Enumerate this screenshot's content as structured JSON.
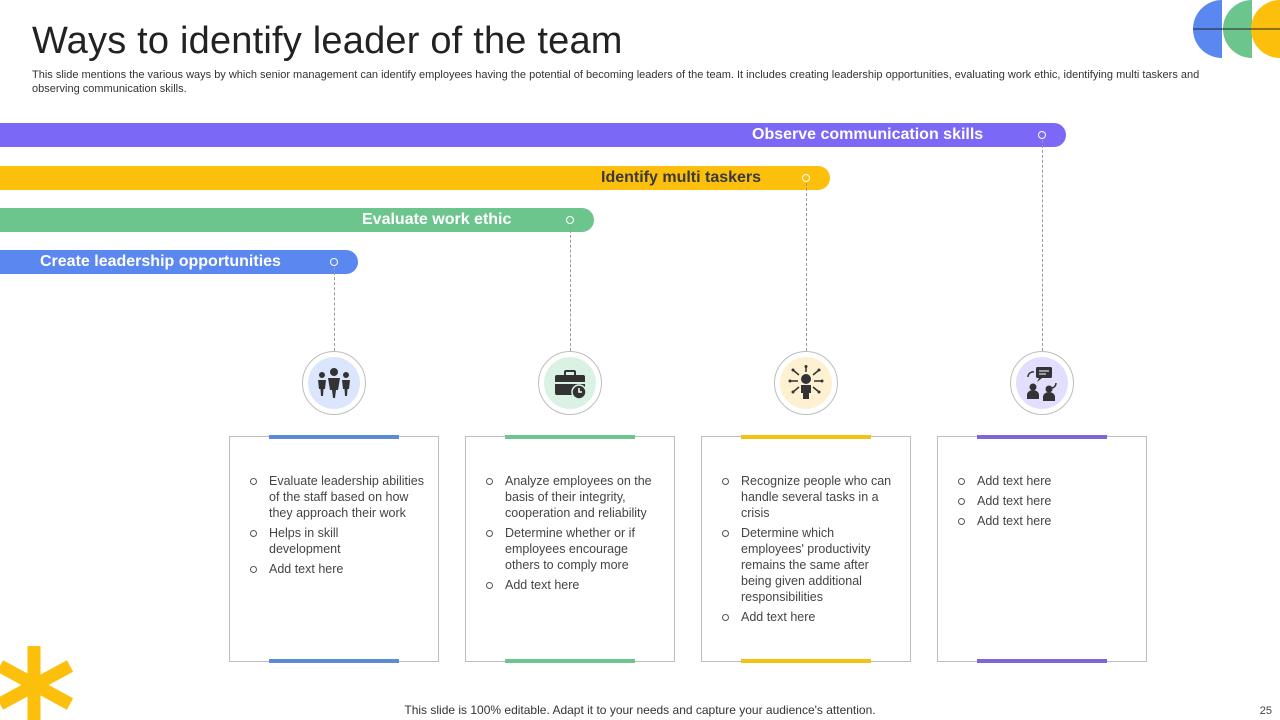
{
  "title": "Ways to identify leader of the team",
  "subtitle": "This slide mentions the various ways by which senior management can identify employees having the potential of becoming leaders of the team. It includes creating leadership opportunities, evaluating work ethic, identifying multi taskers and observing communication skills.",
  "bars": [
    {
      "label": "Observe communication skills",
      "color": "#7b68f6",
      "text_color": "#ffffff"
    },
    {
      "label": "Identify multi taskers",
      "color": "#fbbf0c",
      "text_color": "#3a3a3a"
    },
    {
      "label": "Evaluate work ethic",
      "color": "#6cc58d",
      "text_color": "#ffffff"
    },
    {
      "label": "Create leadership opportunities",
      "color": "#5b87f0",
      "text_color": "#ffffff"
    }
  ],
  "icons": [
    {
      "name": "team-leader-icon",
      "bg": "#dbe6fd"
    },
    {
      "name": "briefcase-clock-icon",
      "bg": "#d9f2e3"
    },
    {
      "name": "multitask-person-icon",
      "bg": "#fdf1d2"
    },
    {
      "name": "communication-people-icon",
      "bg": "#e2defd"
    }
  ],
  "cards": [
    {
      "accent": "#5b8bd6",
      "items": [
        "Evaluate leadership abilities of the staff based on how they approach their work",
        "Helps in skill development",
        "Add text here"
      ]
    },
    {
      "accent": "#6cc58d",
      "items": [
        "Analyze employees on the basis of their integrity, cooperation and reliability",
        "Determine whether or if employees encourage others to comply more",
        "Add text here"
      ]
    },
    {
      "accent": "#f5c211",
      "items": [
        "Recognize people who can handle several tasks in a crisis",
        "Determine which employees' productivity remains the same after being given additional responsibilities",
        "Add text here"
      ]
    },
    {
      "accent": "#8064d8",
      "items": [
        "Add text here",
        "Add text here",
        "Add text here"
      ]
    }
  ],
  "footer": "This slide is 100% editable. Adapt it to your needs and capture your audience's attention.",
  "page_number": "25",
  "decor": {
    "circle_blue": "#5b87f0",
    "circle_green": "#6cc58d",
    "circle_yellow": "#fbbf0c",
    "asterisk": "#fbbf0c"
  }
}
